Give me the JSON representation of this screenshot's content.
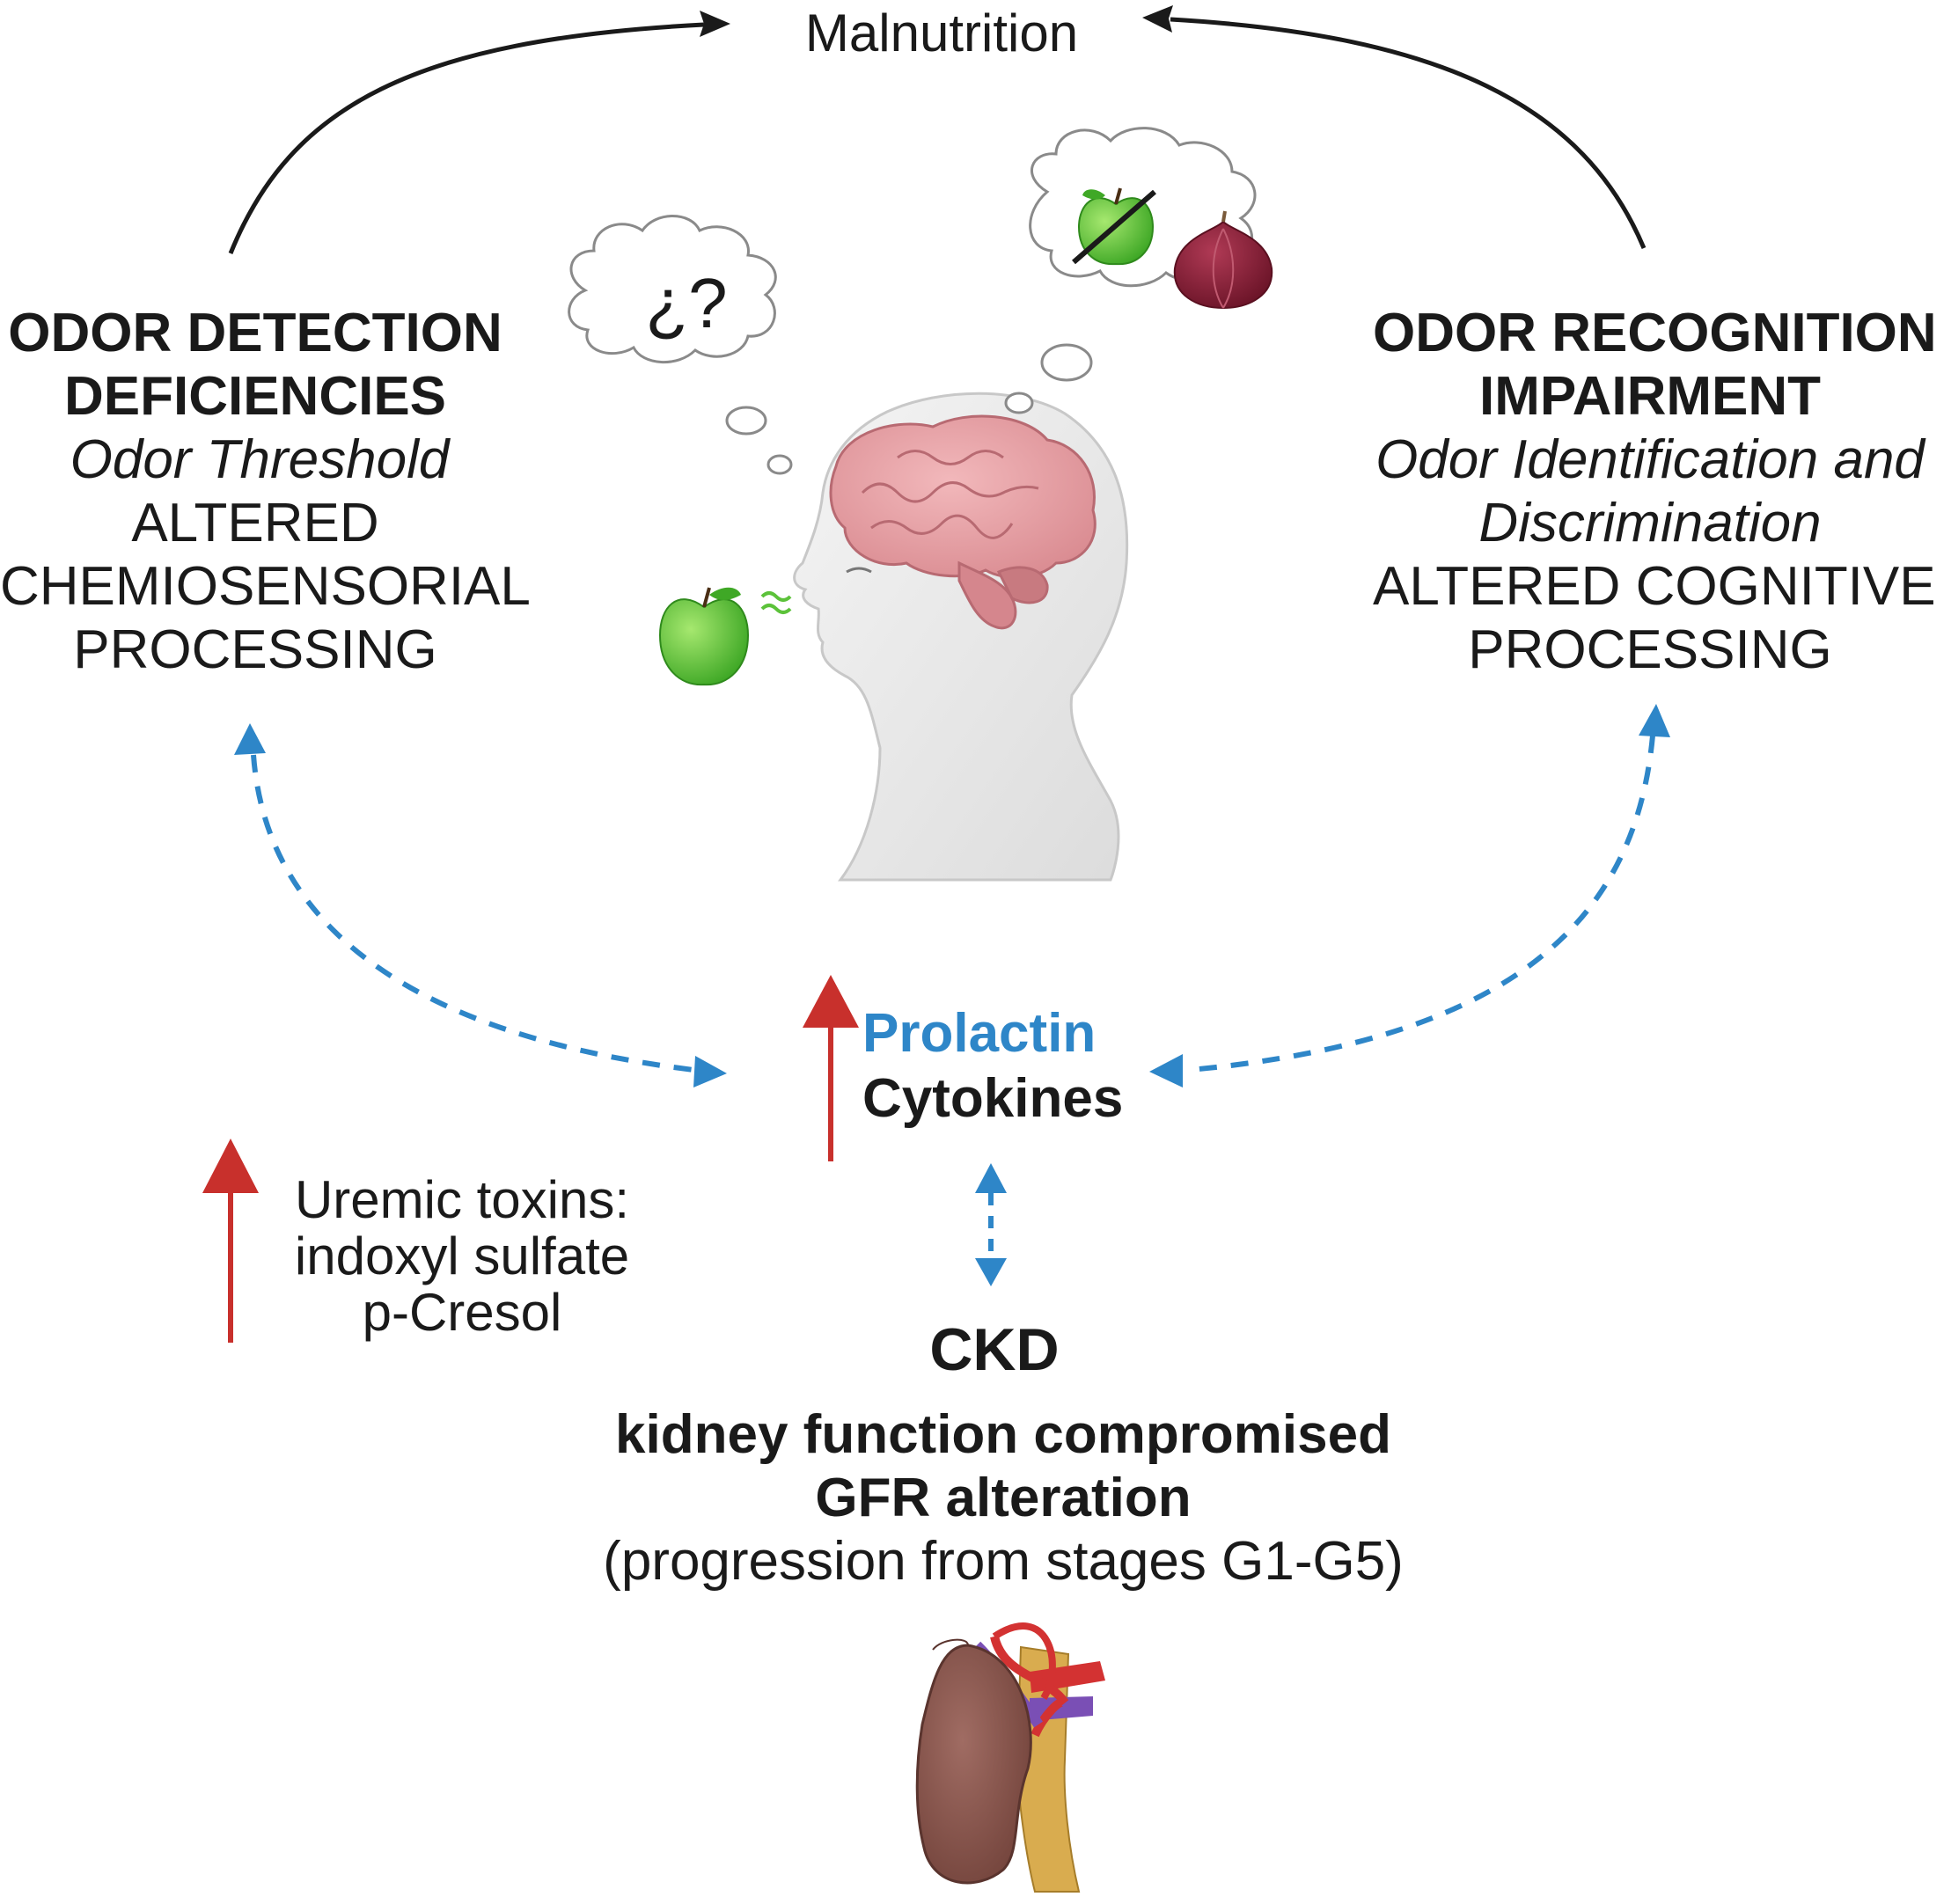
{
  "top": {
    "malnutrition": "Malnutrition"
  },
  "left_block": {
    "title_line1": "ODOR DETECTION",
    "title_line2": "DEFICIENCIES",
    "subtitle": "Odor Threshold",
    "line3": "ALTERED",
    "line4": "CHEMIOSENSORIAL",
    "line5": "PROCESSING"
  },
  "right_block": {
    "title_line1": "ODOR RECOGNITION",
    "title_line2": "IMPAIRMENT",
    "subtitle_line1": "Odor Identification and",
    "subtitle_line2": "Discrimination",
    "line3": "ALTERED COGNITIVE",
    "line4": "PROCESSING"
  },
  "thought": {
    "question": "¿?"
  },
  "center": {
    "prolactin": "Prolactin",
    "cytokines": "Cytokines"
  },
  "toxins": {
    "line1": "Uremic toxins:",
    "line2": "indoxyl sulfate",
    "line3": "p-Cresol"
  },
  "ckd": {
    "title": "CKD",
    "line1": "kidney function compromised",
    "line2": "GFR alteration",
    "line3": "(progression from stages G1-G5)"
  },
  "colors": {
    "text": "#1a1a1a",
    "prolactin": "#2e86c8",
    "dashed_arrow": "#2e86c8",
    "up_arrow": "#c8302c",
    "apple": "#5cc23a",
    "onion": "#8e2038",
    "brain": "#e7a0a4",
    "kidney": "#8b5a52"
  },
  "icons": [
    "malnutrition-arrow",
    "thought-cloud-icon",
    "apple-icon",
    "onion-icon",
    "brain-icon",
    "head-silhouette-icon",
    "kidney-icon",
    "up-arrow-icon",
    "dashed-double-arrow-icon"
  ]
}
